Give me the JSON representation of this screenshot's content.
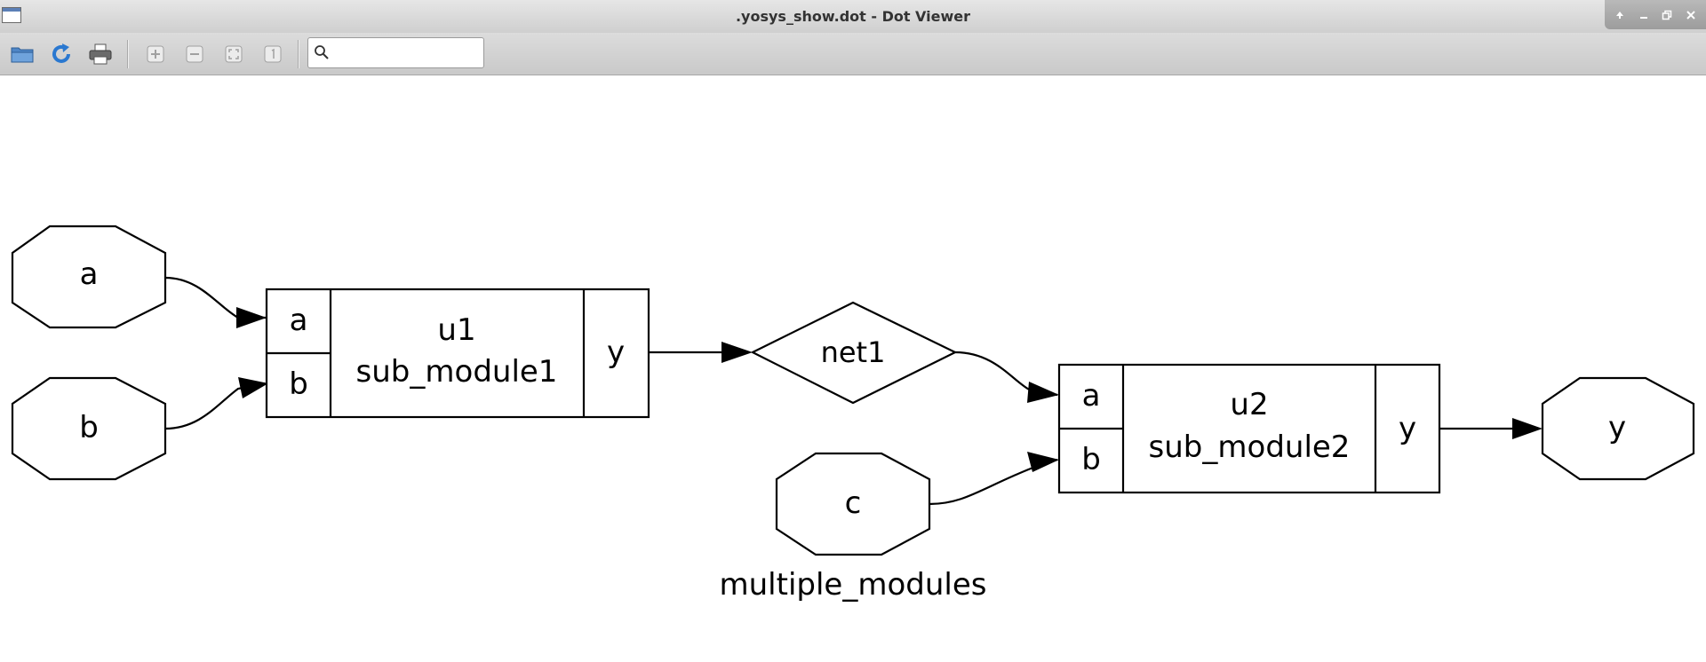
{
  "window": {
    "title": ".yosys_show.dot - Dot Viewer",
    "controls": [
      "arrow-up-icon",
      "minimize-icon",
      "restore-icon",
      "close-icon"
    ]
  },
  "toolbar": {
    "buttons": [
      "open-folder-icon",
      "reload-icon",
      "print-icon",
      "zoom-in-icon",
      "zoom-out-icon",
      "zoom-fit-icon",
      "zoom-100-icon"
    ],
    "search": {
      "value": "",
      "placeholder": ""
    }
  },
  "graph": {
    "caption": "multiple_modules",
    "inputs": {
      "a": "a",
      "b": "b",
      "c": "c"
    },
    "output": "y",
    "net": "net1",
    "u1": {
      "port_a": "a",
      "port_b": "b",
      "name": "u1",
      "type": "sub_module1",
      "port_y": "y"
    },
    "u2": {
      "port_a": "a",
      "port_b": "b",
      "name": "u2",
      "type": "sub_module2",
      "port_y": "y"
    }
  }
}
